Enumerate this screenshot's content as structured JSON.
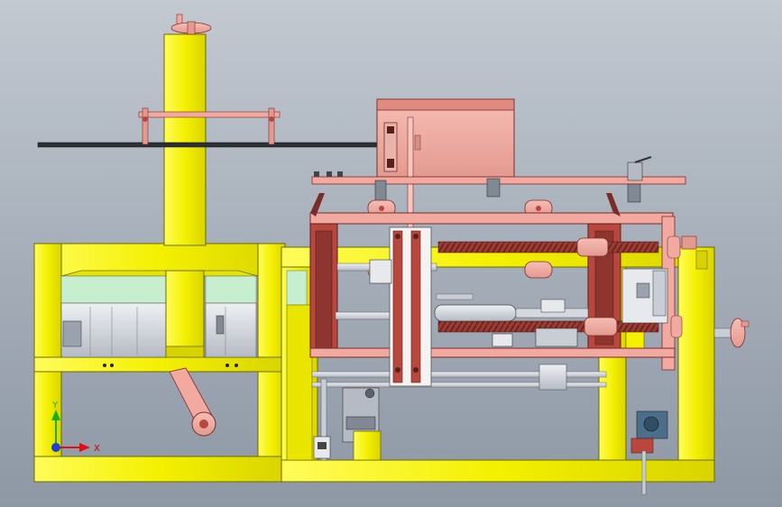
{
  "view": {
    "type": "cad-3d-viewport",
    "background_top": "#c3c9d1",
    "background_bottom": "#8e98a5"
  },
  "colors": {
    "frame_yellow": "#f4f000",
    "frame_outline": "#6b6a00",
    "part_pink": "#f2a9a0",
    "part_red": "#b8473e",
    "part_maroon": "#7a2c28",
    "steel_grey": "#c9ced6",
    "green_panel": "#c7efcf",
    "triad_blue": "#1f3fd8",
    "triad_red": "#e01010",
    "triad_green": "#18b018"
  },
  "triad": {
    "x_label": "X",
    "y_label": "Y"
  },
  "icons": {
    "triad": "xyz-triad-icon",
    "handwheel": "handwheel-icon"
  }
}
